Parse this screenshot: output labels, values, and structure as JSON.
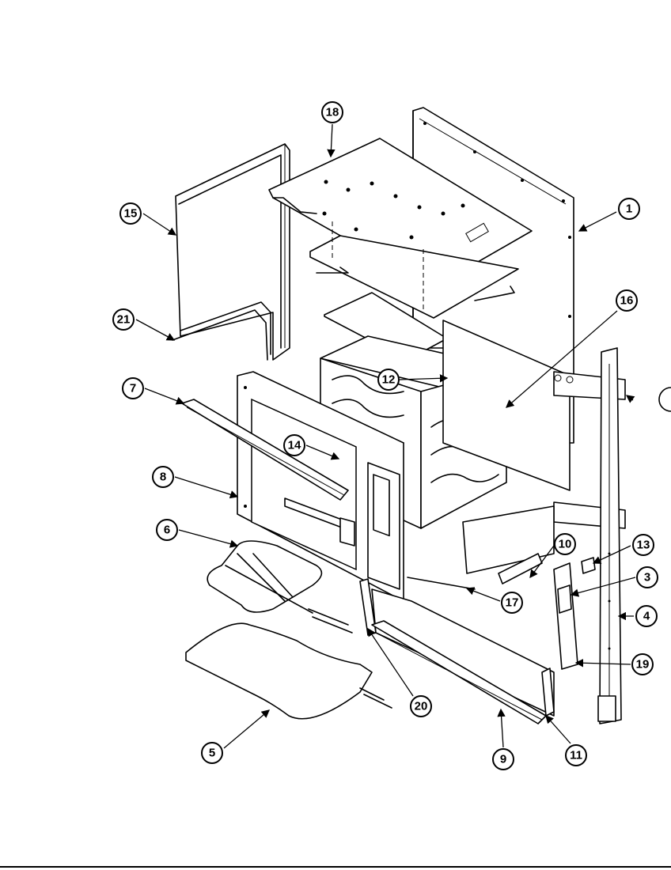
{
  "figure": {
    "callouts": [
      "1",
      "3",
      "4",
      "5",
      "6",
      "7",
      "8",
      "9",
      "10",
      "11",
      "12",
      "13",
      "14",
      "15",
      "16",
      "17",
      "18",
      "19",
      "20",
      "21"
    ]
  }
}
